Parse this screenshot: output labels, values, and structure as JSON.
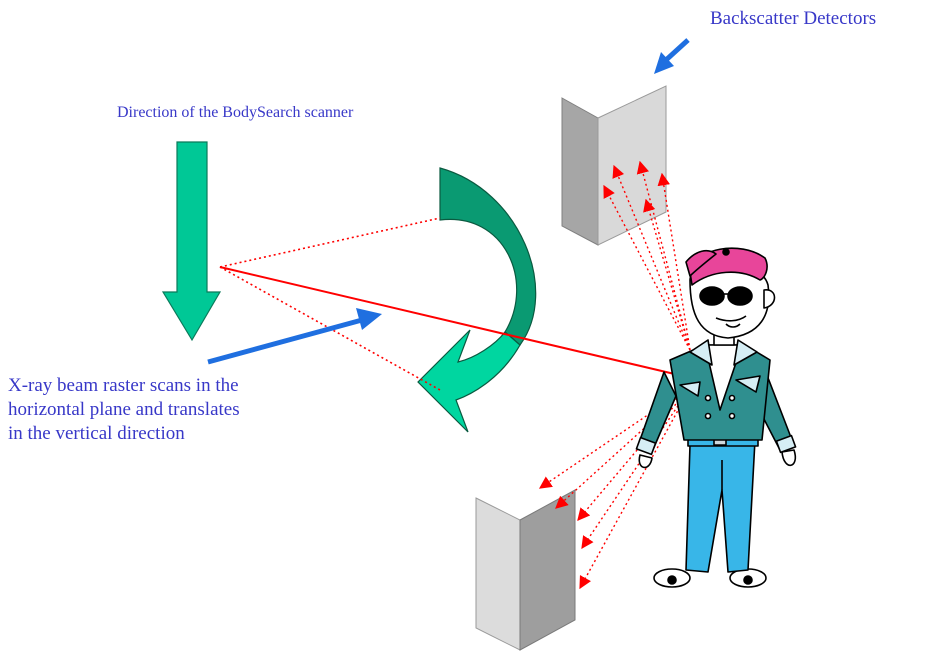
{
  "labels": {
    "backscatter_detectors": "Backscatter Detectors",
    "scanner_direction": "Direction of the BodySearch scanner",
    "xray_beam_lines": [
      "X-ray beam raster scans in the",
      "horizontal plane and translates",
      "in the vertical direction"
    ]
  },
  "colors": {
    "label_text": "#3838c8",
    "pointer_arrow": "#1f6fe0",
    "direction_arrow": "#00c896",
    "beam": "#ff0000",
    "detector_front": "#d9d9d9",
    "detector_side": "#a6a6a6",
    "cap": "#e8459a",
    "jacket": "#2f8f8f",
    "jeans": "#38b6e8"
  },
  "icons": {
    "scanner_arrow": "down-arrow-icon",
    "rotation_arrow": "curved-arrow-icon",
    "person": "person-cartoon-icon"
  }
}
